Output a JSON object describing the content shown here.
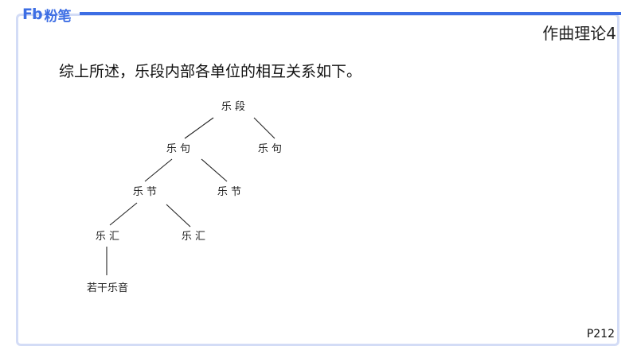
{
  "brand": {
    "logo_mark": "Fb",
    "logo_text": "粉笔",
    "accent_color": "#3d6ee4",
    "frame_color": "#d3dcf6"
  },
  "header": {
    "course_title": "作曲理论4"
  },
  "content": {
    "intro": "综上所述，乐段内部各单位的相互关系如下。"
  },
  "tree": {
    "root": "乐 段",
    "phrase_1": "乐 句",
    "phrase_2": "乐 句",
    "section_1": "乐 节",
    "section_2": "乐 节",
    "motive_1": "乐 汇",
    "motive_2": "乐 汇",
    "notes": "若干乐音"
  },
  "footer": {
    "page_number": "P212"
  }
}
